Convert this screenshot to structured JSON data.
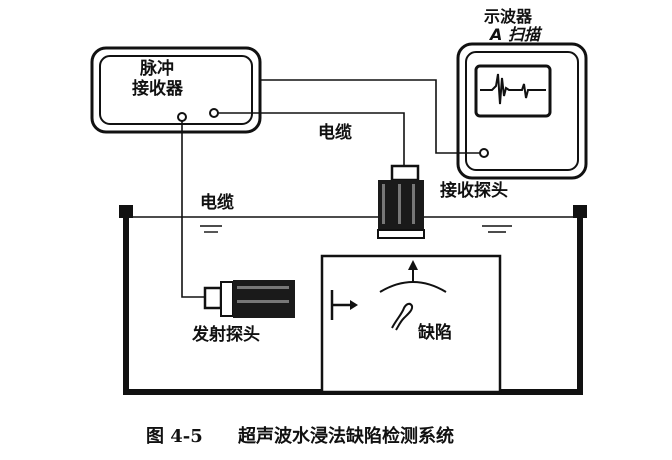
{
  "labels": {
    "pulser_line1": "脉冲",
    "pulser_line2": "接收器",
    "scope_line1": "示波器",
    "scope_line2": "A 扫描",
    "cable_top": "电缆",
    "cable_left": "电缆",
    "receive_probe": "接收探头",
    "transmit_probe": "发射探头",
    "defect": "缺陷"
  },
  "caption": {
    "figure_no": "图 4-5",
    "title": "超声波水浸法缺陷检测系统"
  }
}
